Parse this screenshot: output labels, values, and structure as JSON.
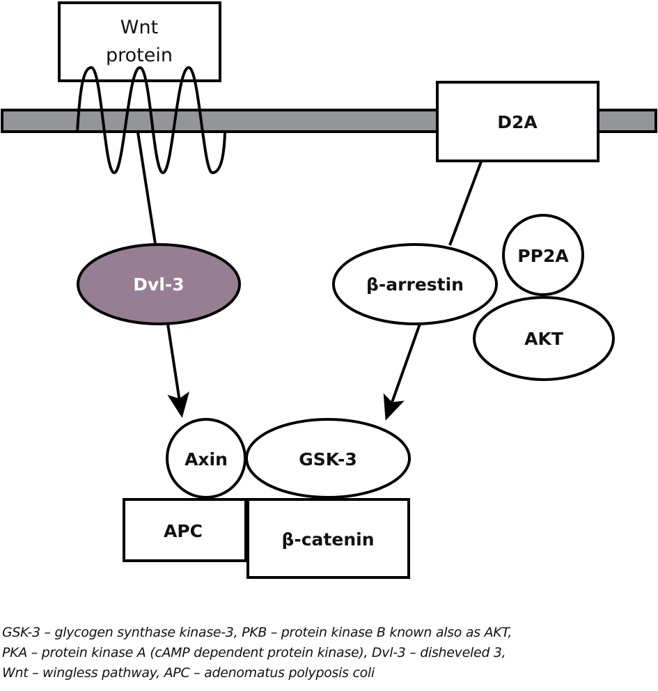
{
  "diagram": {
    "nodes": {
      "wnt": {
        "line1": "Wnt",
        "line2": "protein"
      },
      "d2a": {
        "label": "D2A"
      },
      "dvl3": {
        "label": "Dvl-3",
        "fill": "#967F92"
      },
      "barrestin": {
        "label": "β-arrestin"
      },
      "pp2a": {
        "label": "PP2A"
      },
      "akt": {
        "label": "AKT"
      },
      "axin": {
        "label": "Axin"
      },
      "gsk3": {
        "label": "GSK-3"
      },
      "apc": {
        "label": "APC"
      },
      "bcatenin": {
        "label": "β-catenin"
      }
    },
    "membrane_color": "#939598",
    "edges": [
      {
        "from": "wnt",
        "to": "dvl3",
        "type": "line"
      },
      {
        "from": "d2a",
        "to": "barrestin",
        "type": "line"
      },
      {
        "from": "dvl3",
        "to": "axin",
        "type": "arrow"
      },
      {
        "from": "barrestin",
        "to": "gsk3",
        "type": "arrow"
      }
    ]
  },
  "footnote": {
    "lines": [
      "GSK-3 – glycogen synthase kinase-3, PKB – protein kinase B known also as AKT,",
      "PKA – protein kinase A (cAMP dependent protein kinase), Dvl-3 – disheveled 3,",
      "Wnt – wingless pathway, APC – adenomatus polyposis coli"
    ]
  }
}
